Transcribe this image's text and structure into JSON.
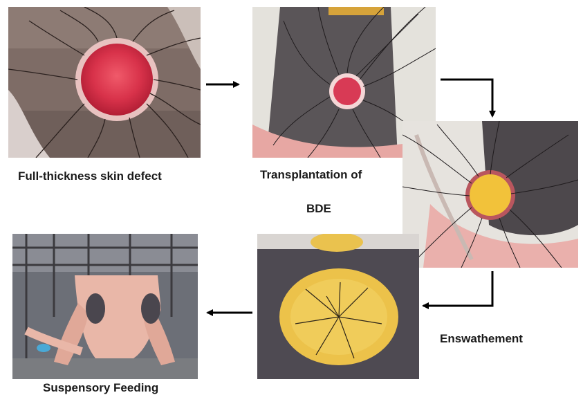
{
  "steps": [
    {
      "label": "Full-thickness skin defect",
      "image": "skin-defect-photo"
    },
    {
      "label_line1": "Transplantation of",
      "label_line2": "BDE",
      "image": "bde-transplant-photo"
    },
    {
      "image": "bde-sutured-photo"
    },
    {
      "label": "Enswathement",
      "image": "enswathement-photo"
    },
    {
      "label": "Suspensory Feeding",
      "image": "suspensory-feeding-photo"
    }
  ],
  "colors": {
    "arrow": "#000000",
    "wound": "#d63a4a",
    "bde": "#f2c23a",
    "bandage": "#ecc24a",
    "skin": "#e9b7a8"
  }
}
